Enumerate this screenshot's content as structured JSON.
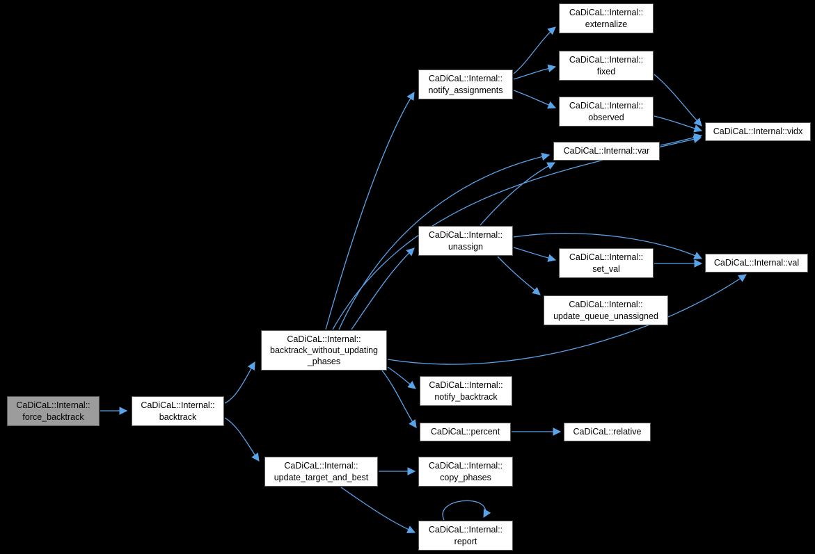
{
  "colors": {
    "background": "#000000",
    "node-fill": "#ffffff",
    "node-border": "#5a5a5a",
    "highlight-fill": "#9c9c9c",
    "edge-color": "#59a3e8",
    "text-color": "#000000"
  },
  "diagram": {
    "type": "call-graph",
    "nodes": {
      "force_backtrack": {
        "label": "CaDiCaL::Internal::\nforce_backtrack",
        "highlighted": true
      },
      "backtrack": {
        "label": "CaDiCaL::Internal::\nbacktrack",
        "highlighted": false
      },
      "backtrack_without_updating_phases": {
        "label": "CaDiCaL::Internal::\nbacktrack_without_updating\n_phases",
        "highlighted": false
      },
      "update_target_and_best": {
        "label": "CaDiCaL::Internal::\nupdate_target_and_best",
        "highlighted": false
      },
      "notify_assignments": {
        "label": "CaDiCaL::Internal::\nnotify_assignments",
        "highlighted": false
      },
      "externalize": {
        "label": "CaDiCaL::Internal::\nexternalize",
        "highlighted": false
      },
      "fixed": {
        "label": "CaDiCaL::Internal::\nfixed",
        "highlighted": false
      },
      "observed": {
        "label": "CaDiCaL::Internal::\nobserved",
        "highlighted": false
      },
      "var": {
        "label": "CaDiCaL::Internal::var",
        "highlighted": false
      },
      "vidx": {
        "label": "CaDiCaL::Internal::vidx",
        "highlighted": false
      },
      "unassign": {
        "label": "CaDiCaL::Internal::\nunassign",
        "highlighted": false
      },
      "set_val": {
        "label": "CaDiCaL::Internal::\nset_val",
        "highlighted": false
      },
      "update_queue_unassigned": {
        "label": "CaDiCaL::Internal::\nupdate_queue_unassigned",
        "highlighted": false
      },
      "val": {
        "label": "CaDiCaL::Internal::val",
        "highlighted": false
      },
      "notify_backtrack": {
        "label": "CaDiCaL::Internal::\nnotify_backtrack",
        "highlighted": false
      },
      "percent": {
        "label": "CaDiCaL::percent",
        "highlighted": false
      },
      "relative": {
        "label": "CaDiCaL::relative",
        "highlighted": false
      },
      "copy_phases": {
        "label": "CaDiCaL::Internal::\ncopy_phases",
        "highlighted": false
      },
      "report": {
        "label": "CaDiCaL::Internal::\nreport",
        "highlighted": false
      }
    },
    "edges": [
      {
        "from": "force_backtrack",
        "to": "backtrack"
      },
      {
        "from": "backtrack",
        "to": "backtrack_without_updating_phases"
      },
      {
        "from": "backtrack",
        "to": "update_target_and_best"
      },
      {
        "from": "backtrack_without_updating_phases",
        "to": "notify_assignments"
      },
      {
        "from": "backtrack_without_updating_phases",
        "to": "unassign"
      },
      {
        "from": "backtrack_without_updating_phases",
        "to": "var"
      },
      {
        "from": "backtrack_without_updating_phases",
        "to": "vidx"
      },
      {
        "from": "backtrack_without_updating_phases",
        "to": "val"
      },
      {
        "from": "backtrack_without_updating_phases",
        "to": "notify_backtrack"
      },
      {
        "from": "backtrack_without_updating_phases",
        "to": "percent"
      },
      {
        "from": "notify_assignments",
        "to": "externalize"
      },
      {
        "from": "notify_assignments",
        "to": "fixed"
      },
      {
        "from": "notify_assignments",
        "to": "observed"
      },
      {
        "from": "fixed",
        "to": "vidx"
      },
      {
        "from": "observed",
        "to": "vidx"
      },
      {
        "from": "var",
        "to": "vidx"
      },
      {
        "from": "unassign",
        "to": "var"
      },
      {
        "from": "unassign",
        "to": "set_val"
      },
      {
        "from": "unassign",
        "to": "update_queue_unassigned"
      },
      {
        "from": "unassign",
        "to": "val"
      },
      {
        "from": "set_val",
        "to": "val"
      },
      {
        "from": "percent",
        "to": "relative"
      },
      {
        "from": "update_target_and_best",
        "to": "copy_phases"
      },
      {
        "from": "update_target_and_best",
        "to": "report"
      },
      {
        "from": "report",
        "to": "report"
      }
    ]
  }
}
